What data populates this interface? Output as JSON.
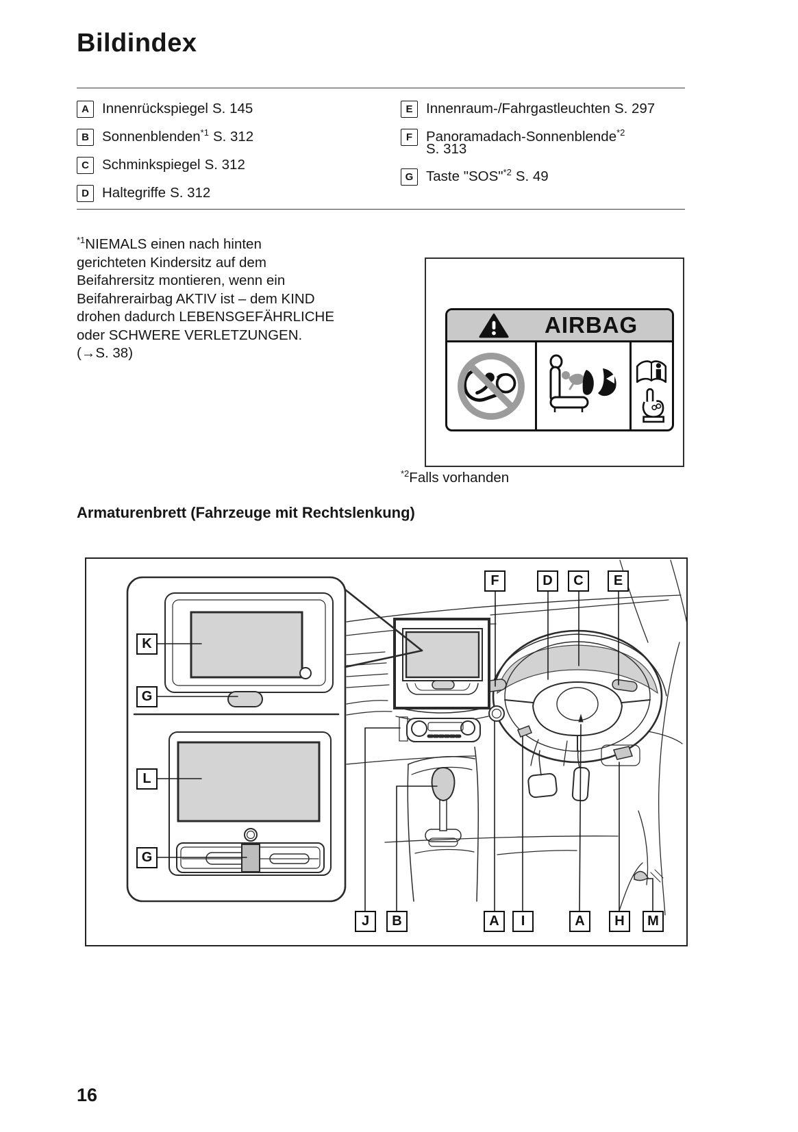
{
  "page": {
    "title": "Bildindex",
    "number": "16"
  },
  "index": {
    "left": [
      {
        "letter": "A",
        "text": "Innenrückspiegel",
        "sup": "",
        "after": "S. 145"
      },
      {
        "letter": "B",
        "text": "Sonnenblenden",
        "sup": "*1",
        "after": "S. 312"
      },
      {
        "letter": "C",
        "text": "Schminkspiegel",
        "sup": "",
        "after": "S. 312"
      },
      {
        "letter": "D",
        "text": "Haltegriffe",
        "sup": "",
        "after": "S. 312"
      }
    ],
    "right": [
      {
        "letter": "E",
        "text": "Innenraum-/Fahrgastleuchten",
        "sup": "",
        "after": "S. 297"
      },
      {
        "letter": "F",
        "text": "Panoramadach-Sonnenblende",
        "sup": "*2",
        "after": "",
        "line2": "S. 313"
      },
      {
        "letter": "G",
        "text": "Taste \"SOS\"",
        "sup": "*2",
        "after": "S. 49"
      }
    ]
  },
  "notes": {
    "note1": {
      "sup": "*1",
      "lines": [
        "NIEMALS einen nach hinten",
        "gerichteten Kindersitz auf dem",
        "Beifahrersitz montieren, wenn ein",
        "Beifahrerairbag AKTIV ist – dem KIND",
        "drohen dadurch LEBENSGEFÄHRLICHE",
        "oder SCHWERE VERLETZUNGEN.",
        "(→S. 38)"
      ]
    },
    "note2": {
      "sup": "*2",
      "text": "Falls vorhanden"
    }
  },
  "airbag_label": {
    "title": "AIRBAG"
  },
  "section": {
    "heading": "Armaturenbrett (Fahrzeuge mit Rechtslenkung)"
  },
  "diagram": {
    "callouts": {
      "top": [
        "F",
        "D",
        "C",
        "E"
      ],
      "left": [
        "K",
        "G",
        "L",
        "G"
      ],
      "bottom": [
        "J",
        "B",
        "A",
        "I",
        "A",
        "H",
        "M"
      ]
    }
  },
  "colors": {
    "screen_gray": "#d4d4d4",
    "cluster_gray": "#d2d2d2",
    "label_header_gray": "#c9c9c9",
    "prohibition_gray": "#9c9c9c",
    "line": "#222222"
  }
}
